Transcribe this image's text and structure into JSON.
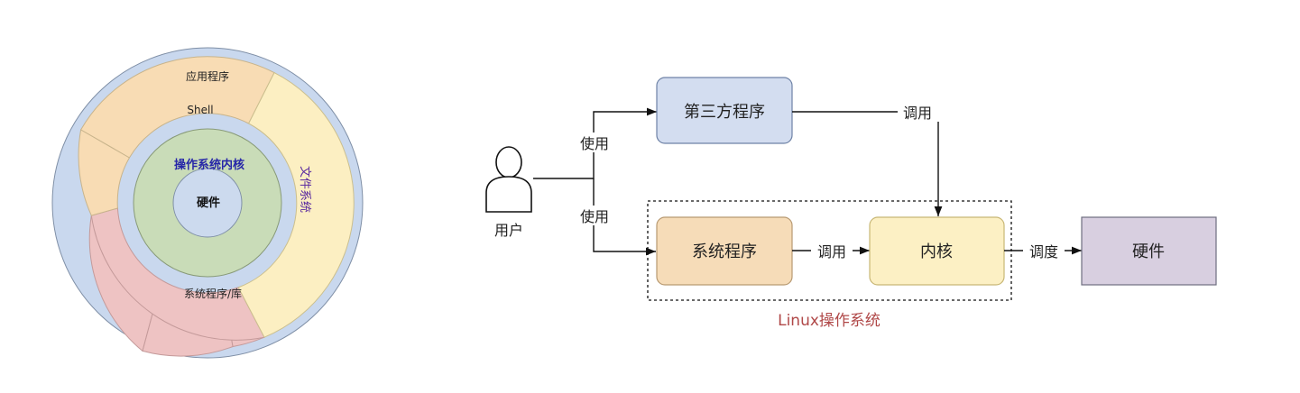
{
  "rings": {
    "app": "应用程序",
    "shell": "Shell",
    "filesystem": "文件系统",
    "syslib": "系统程序/库",
    "kernel": "操作系统内核",
    "hardware": "硬件"
  },
  "flow": {
    "user": "用户",
    "use_top": "使用",
    "use_bottom": "使用",
    "third_party": "第三方程序",
    "call_top": "调用",
    "sys_program": "系统程序",
    "call_mid": "调用",
    "kernel": "内核",
    "schedule": "调度",
    "hardware": "硬件",
    "os_caption": "Linux操作系统"
  },
  "colors": {
    "outer_ring": "#c9d8ee",
    "shell": "#f8dcb4",
    "filesystem": "#fcefc2",
    "syslib": "#eec3c3",
    "kernel_ring": "#c9dcb8",
    "hardware_core": "#ccdaee",
    "kernel_text": "#2626a8",
    "filesystem_text": "#5a2aa0",
    "third_party_box": "#d3ddf0",
    "sys_program_box": "#f6dcb8",
    "kernel_box": "#fcf0c4",
    "hardware_box": "#d8cfe0",
    "caption": "#b04848"
  }
}
